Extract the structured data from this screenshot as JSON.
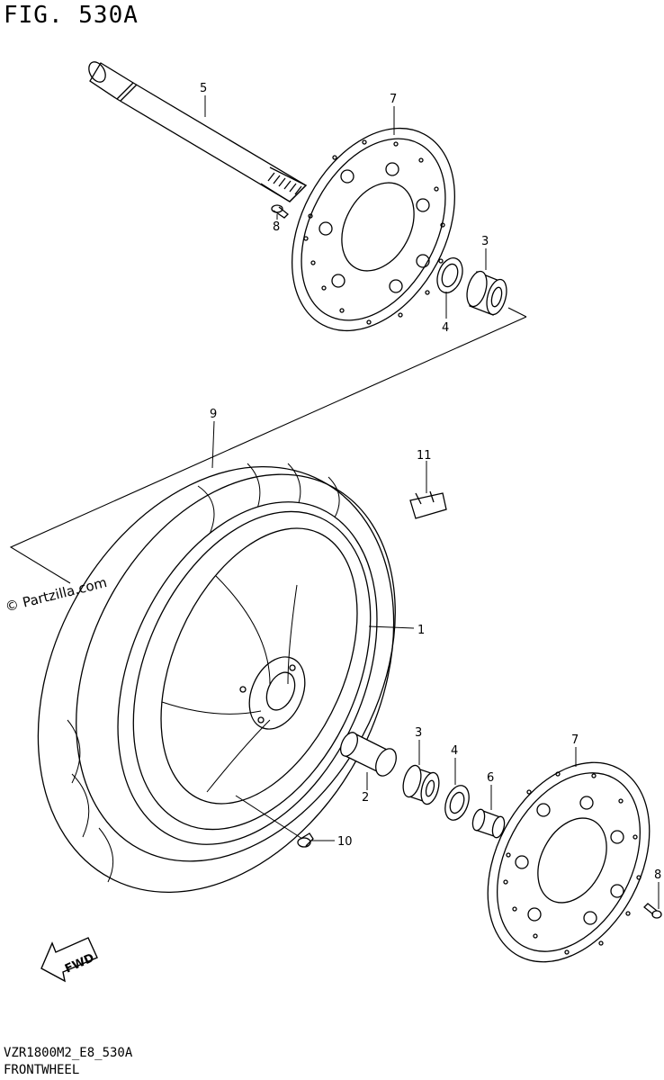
{
  "figure": {
    "title": "FIG. 530A",
    "model_code": "VZR1800M2_E8_530A",
    "caption": "FRONTWHEEL",
    "watermark": "© Partzilla.com",
    "fwd_label": "FWD"
  },
  "callouts": [
    {
      "id": "c5",
      "label": "5"
    },
    {
      "id": "c7a",
      "label": "7"
    },
    {
      "id": "c8a",
      "label": "8"
    },
    {
      "id": "c3a",
      "label": "3"
    },
    {
      "id": "c4a",
      "label": "4"
    },
    {
      "id": "c9",
      "label": "9"
    },
    {
      "id": "c11",
      "label": "11"
    },
    {
      "id": "c1",
      "label": "1"
    },
    {
      "id": "c3b",
      "label": "3"
    },
    {
      "id": "c4b",
      "label": "4"
    },
    {
      "id": "c6",
      "label": "6"
    },
    {
      "id": "c7b",
      "label": "7"
    },
    {
      "id": "c2",
      "label": "2"
    },
    {
      "id": "c8b",
      "label": "8"
    },
    {
      "id": "c10",
      "label": "10"
    }
  ]
}
